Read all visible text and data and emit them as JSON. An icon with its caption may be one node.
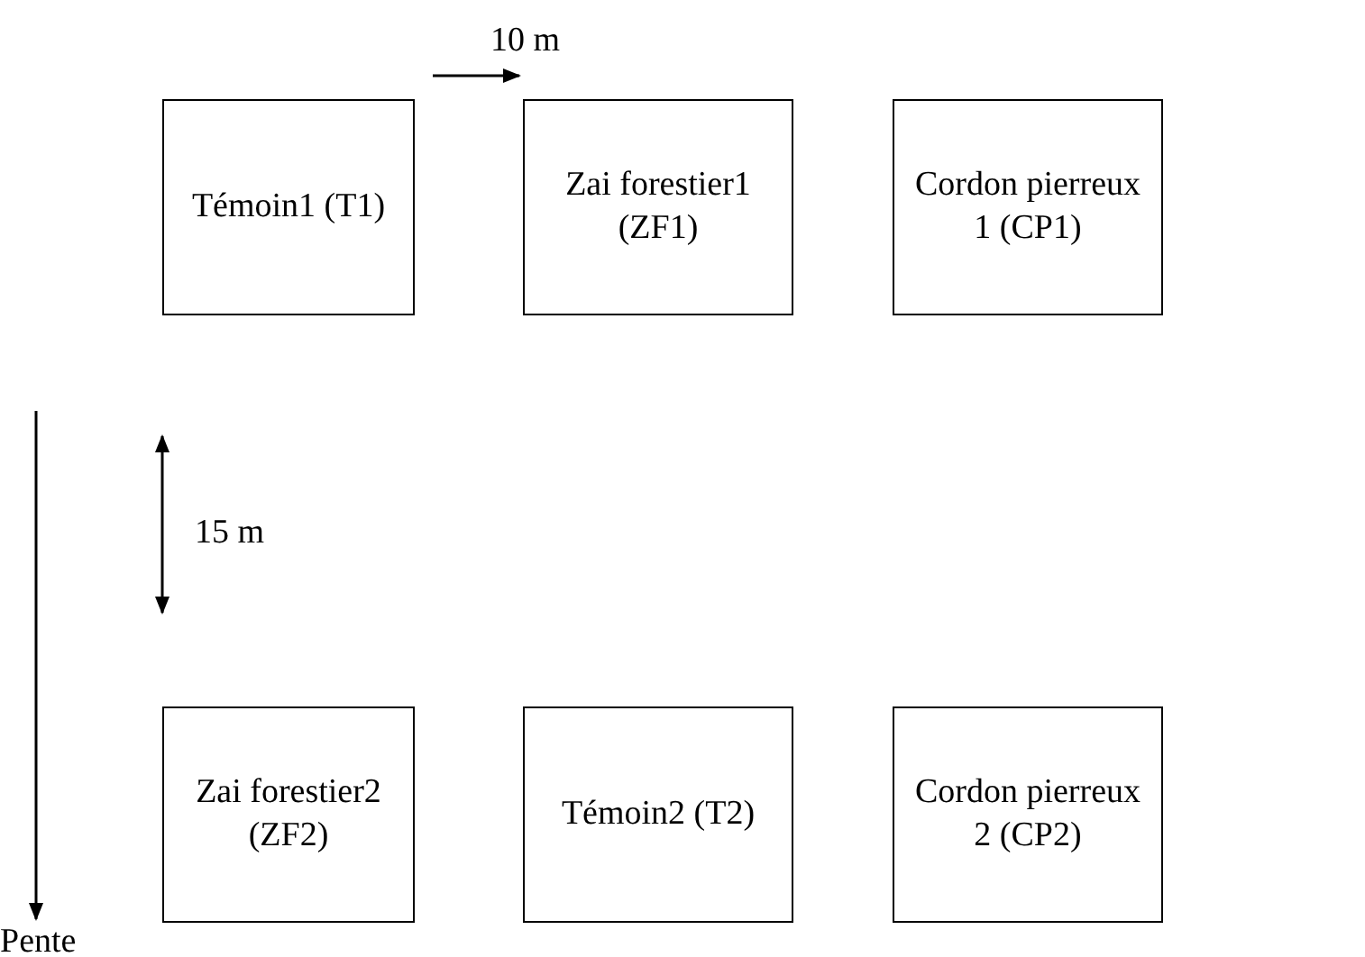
{
  "diagram": {
    "nodes": [
      {
        "text": [
          "Témoin1 (T1)"
        ]
      },
      {
        "text": [
          "Zai forestier1 (ZF1)"
        ]
      },
      {
        "text": [
          "Cordon pierreux 1 (CP1)"
        ]
      },
      {
        "text": [
          "Zai forestier2 (ZF2)"
        ]
      },
      {
        "text": [
          "Témoin2 (T2)"
        ]
      },
      {
        "text": [
          "Cordon pierreux 2 (CP2)"
        ]
      }
    ],
    "labels": [
      "10 m",
      "15 m",
      "Pente"
    ]
  }
}
